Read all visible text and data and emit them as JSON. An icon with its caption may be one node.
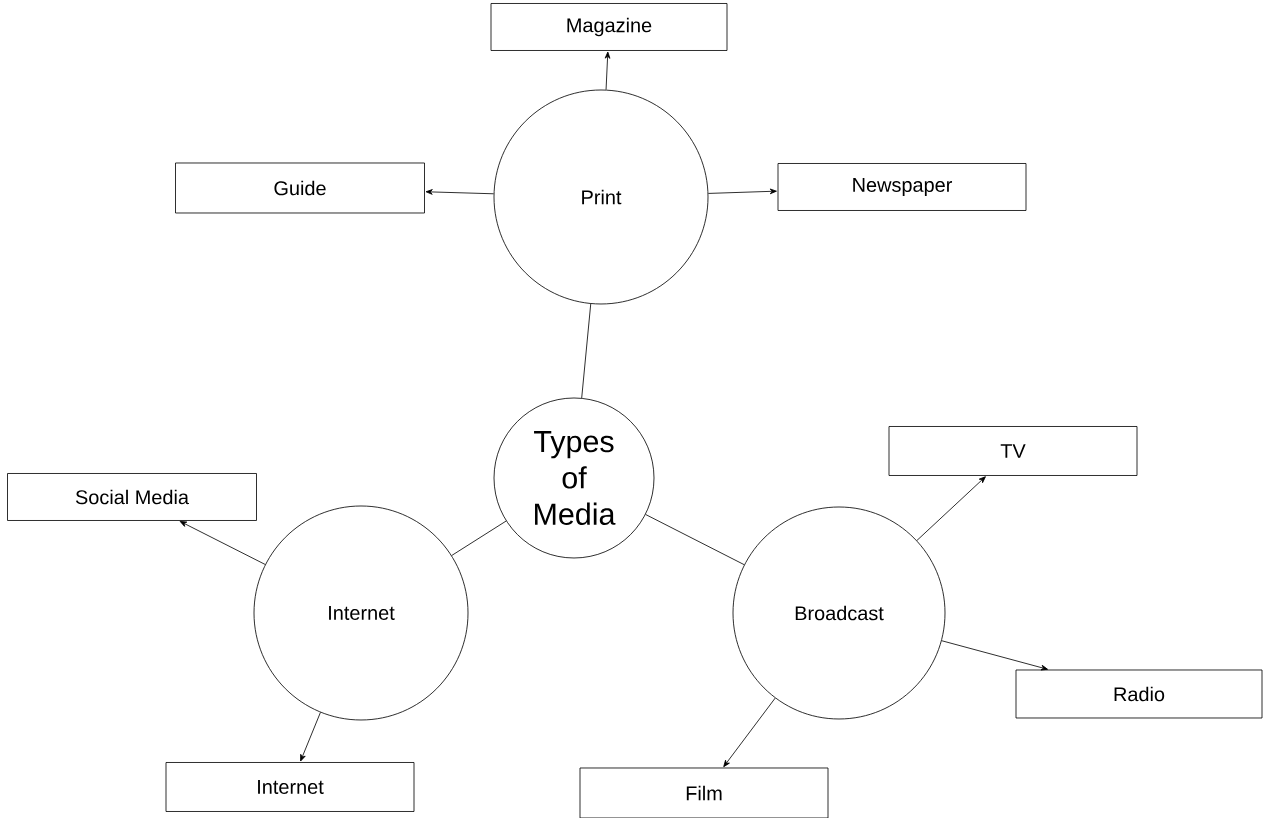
{
  "diagram": {
    "nodes": [
      {
        "text": [
          "Types of Media"
        ]
      },
      {
        "text": [
          "Print"
        ]
      },
      {
        "text": [
          "Magazine"
        ]
      },
      {
        "text": [
          "Guide"
        ]
      },
      {
        "text": [
          "Newspaper"
        ]
      },
      {
        "text": [
          "Internet"
        ]
      },
      {
        "text": [
          "Social Media"
        ]
      },
      {
        "text": [
          "Internet"
        ]
      },
      {
        "text": [
          "Broadcast"
        ]
      },
      {
        "text": [
          "TV"
        ]
      },
      {
        "text": [
          "Radio"
        ]
      },
      {
        "text": [
          "Film"
        ]
      }
    ],
    "edges": [
      {
        "from": 0,
        "to": 1,
        "arrow": "none"
      },
      {
        "from": 1,
        "to": 2,
        "arrow": "to"
      },
      {
        "from": 1,
        "to": 3,
        "arrow": "to"
      },
      {
        "from": 1,
        "to": 4,
        "arrow": "to"
      },
      {
        "from": 0,
        "to": 5,
        "arrow": "none"
      },
      {
        "from": 5,
        "to": 6,
        "arrow": "to"
      },
      {
        "from": 5,
        "to": 7,
        "arrow": "to"
      },
      {
        "from": 0,
        "to": 8,
        "arrow": "none"
      },
      {
        "from": 8,
        "to": 9,
        "arrow": "to"
      },
      {
        "from": 8,
        "to": 10,
        "arrow": "to"
      },
      {
        "from": 8,
        "to": 11,
        "arrow": "to"
      }
    ]
  }
}
